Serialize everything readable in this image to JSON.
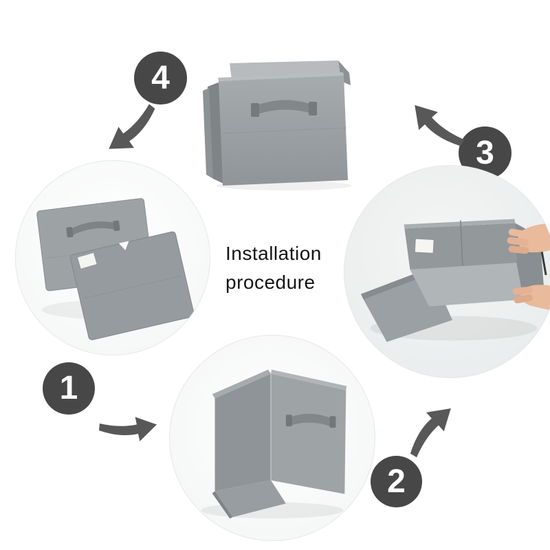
{
  "title": {
    "line1": "Installation",
    "line2": "procedure"
  },
  "steps": [
    {
      "number": "1",
      "photo": "flat-folded-panels"
    },
    {
      "number": "2",
      "photo": "half-unfolded-box"
    },
    {
      "number": "3",
      "photo": "hands-assembling-box"
    },
    {
      "number": "4",
      "photo": "assembled-storage-cube"
    }
  ],
  "icons": {
    "arrow1": "curved-arrow-right",
    "arrow2": "curved-arrow-up-right",
    "arrow3": "curved-arrow-up-left",
    "arrow4": "curved-arrow-down-left"
  },
  "colors": {
    "badge": "#474747",
    "arrow": "#585858",
    "fabric_gray": "#9aa0a3",
    "fabric_dark": "#7e8487",
    "fabric_light": "#b7bbbd",
    "skin": "#e9ba9c",
    "background": "#ffffff",
    "text": "#141414"
  }
}
